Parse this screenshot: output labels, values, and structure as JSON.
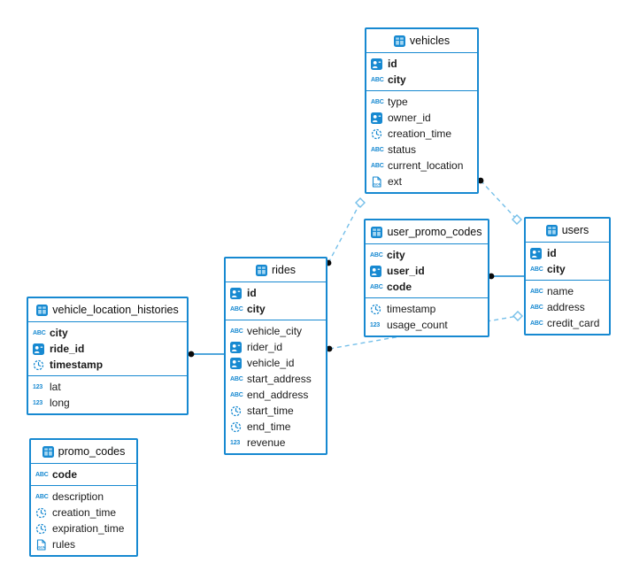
{
  "colors": {
    "accent": "#1789d1",
    "accent_light": "#74bfe9",
    "text": "#1a1a1a",
    "marker_dot": "#0a0a0a",
    "background": "#ffffff"
  },
  "icons": {
    "text_label": "ABC",
    "number_label": "123",
    "json_label": "JSON"
  },
  "tables": [
    {
      "name": "vehicles",
      "fields": [
        {
          "name": "id",
          "type": "uuid",
          "pk": true
        },
        {
          "name": "city",
          "type": "text",
          "pk": true
        },
        {
          "name": "type",
          "type": "text",
          "pk": false
        },
        {
          "name": "owner_id",
          "type": "uuid",
          "pk": false
        },
        {
          "name": "creation_time",
          "type": "timestamp",
          "pk": false
        },
        {
          "name": "status",
          "type": "text",
          "pk": false
        },
        {
          "name": "current_location",
          "type": "text",
          "pk": false
        },
        {
          "name": "ext",
          "type": "json",
          "pk": false
        }
      ]
    },
    {
      "name": "user_promo_codes",
      "fields": [
        {
          "name": "city",
          "type": "text",
          "pk": true
        },
        {
          "name": "user_id",
          "type": "uuid",
          "pk": true
        },
        {
          "name": "code",
          "type": "text",
          "pk": true
        },
        {
          "name": "timestamp",
          "type": "timestamp",
          "pk": false
        },
        {
          "name": "usage_count",
          "type": "number",
          "pk": false
        }
      ]
    },
    {
      "name": "users",
      "fields": [
        {
          "name": "id",
          "type": "uuid",
          "pk": true
        },
        {
          "name": "city",
          "type": "text",
          "pk": true
        },
        {
          "name": "name",
          "type": "text",
          "pk": false
        },
        {
          "name": "address",
          "type": "text",
          "pk": false
        },
        {
          "name": "credit_card",
          "type": "text",
          "pk": false
        }
      ]
    },
    {
      "name": "rides",
      "fields": [
        {
          "name": "id",
          "type": "uuid",
          "pk": true
        },
        {
          "name": "city",
          "type": "text",
          "pk": true
        },
        {
          "name": "vehicle_city",
          "type": "text",
          "pk": false
        },
        {
          "name": "rider_id",
          "type": "uuid",
          "pk": false
        },
        {
          "name": "vehicle_id",
          "type": "uuid",
          "pk": false
        },
        {
          "name": "start_address",
          "type": "text",
          "pk": false
        },
        {
          "name": "end_address",
          "type": "text",
          "pk": false
        },
        {
          "name": "start_time",
          "type": "timestamp",
          "pk": false
        },
        {
          "name": "end_time",
          "type": "timestamp",
          "pk": false
        },
        {
          "name": "revenue",
          "type": "number",
          "pk": false
        }
      ]
    },
    {
      "name": "vehicle_location_histories",
      "fields": [
        {
          "name": "city",
          "type": "text",
          "pk": true
        },
        {
          "name": "ride_id",
          "type": "uuid",
          "pk": true
        },
        {
          "name": "timestamp",
          "type": "timestamp",
          "pk": true
        },
        {
          "name": "lat",
          "type": "number",
          "pk": false
        },
        {
          "name": "long",
          "type": "number",
          "pk": false
        }
      ]
    },
    {
      "name": "promo_codes",
      "fields": [
        {
          "name": "code",
          "type": "text",
          "pk": true
        },
        {
          "name": "description",
          "type": "text",
          "pk": false
        },
        {
          "name": "creation_time",
          "type": "timestamp",
          "pk": false
        },
        {
          "name": "expiration_time",
          "type": "timestamp",
          "pk": false
        },
        {
          "name": "rules",
          "type": "json",
          "pk": false
        }
      ]
    }
  ],
  "relationships": [
    {
      "from": "vehicles",
      "to": "rides",
      "line_style": "dashed",
      "from_marker": "diamond",
      "to_marker": "dot"
    },
    {
      "from": "vehicles",
      "to": "users",
      "line_style": "dashed",
      "from_marker": "dot",
      "to_marker": "diamond"
    },
    {
      "from": "user_promo_codes",
      "to": "users",
      "line_style": "solid",
      "from_marker": "dot",
      "to_marker": "none"
    },
    {
      "from": "rides",
      "to": "users",
      "line_style": "dashed",
      "from_marker": "dot",
      "to_marker": "diamond"
    },
    {
      "from": "vehicle_location_histories",
      "to": "rides",
      "line_style": "solid",
      "from_marker": "dot",
      "to_marker": "none"
    }
  ]
}
